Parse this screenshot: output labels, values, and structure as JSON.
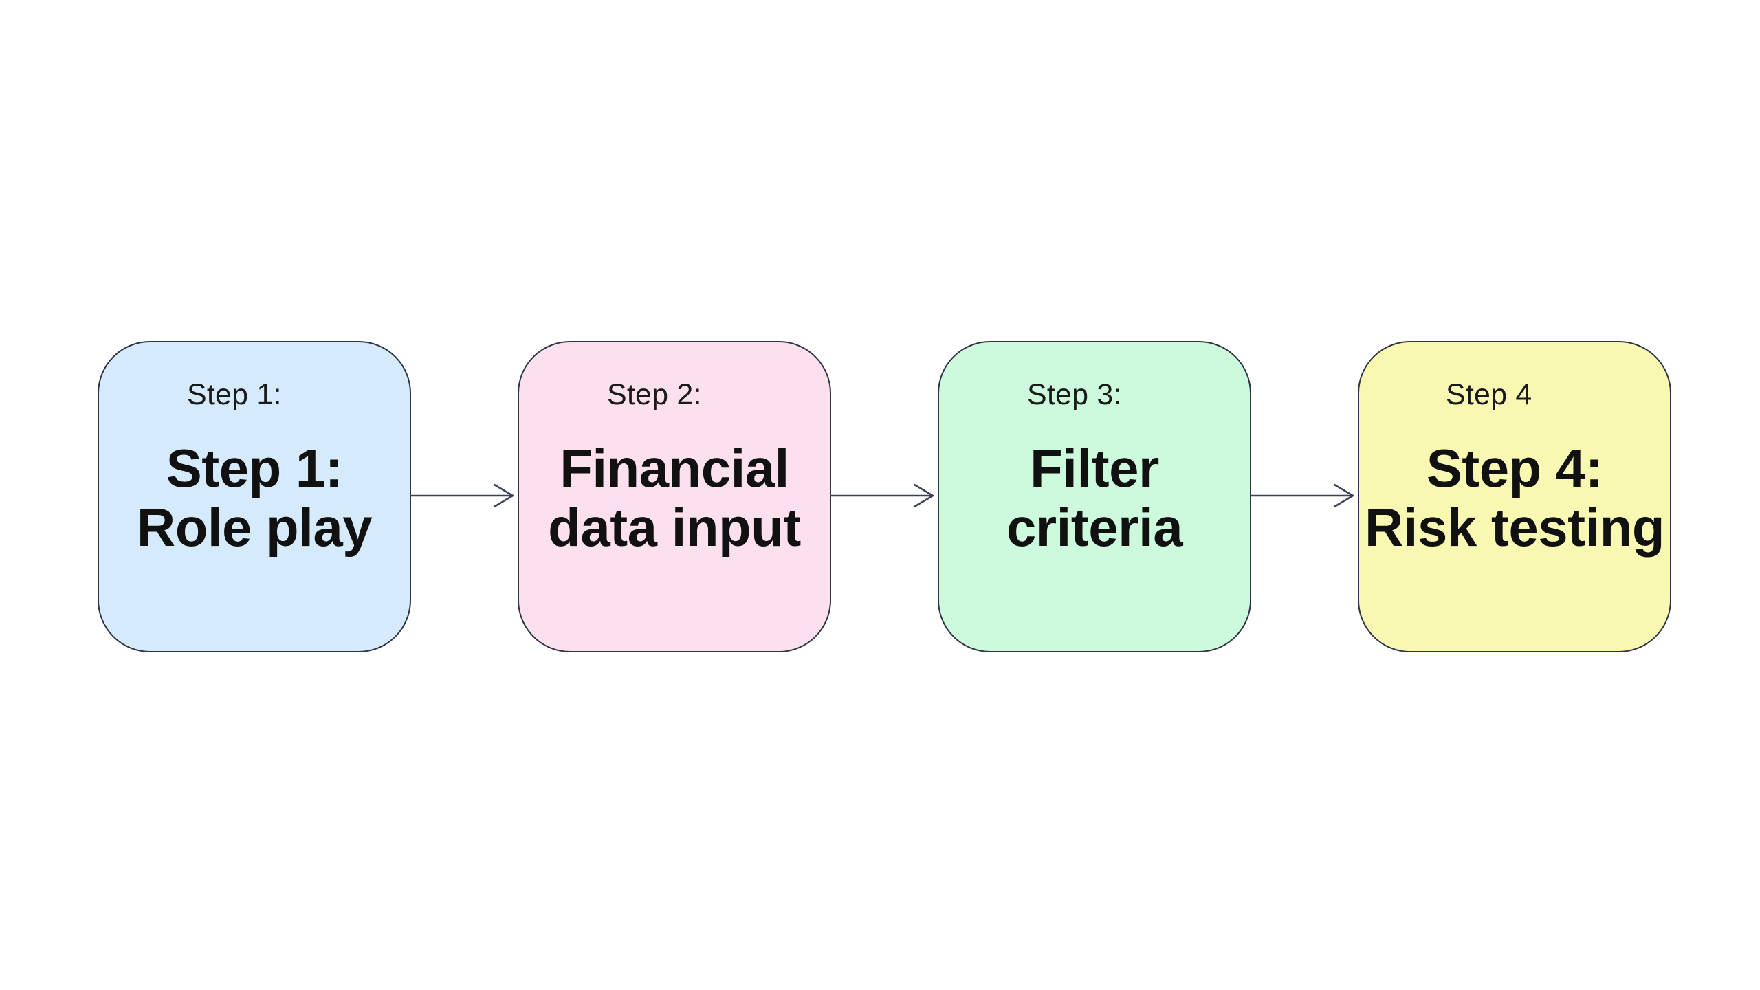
{
  "steps": [
    {
      "label": "Step 1:",
      "title_line1": "Step 1:",
      "title_line2": "Role play",
      "color": "#d5ebfb"
    },
    {
      "label": "Step 2:",
      "title_line1": "Financial",
      "title_line2": "data input",
      "color": "#fce0ee"
    },
    {
      "label": "Step 3:",
      "title_line1": "Filter",
      "title_line2": "criteria",
      "color": "#cdf9dd"
    },
    {
      "label": "Step 4",
      "title_line1": "Step 4:",
      "title_line2": "Risk testing",
      "color": "#f9f8b3"
    }
  ],
  "colors": {
    "border": "#2e3446",
    "arrow": "#3a4156"
  }
}
